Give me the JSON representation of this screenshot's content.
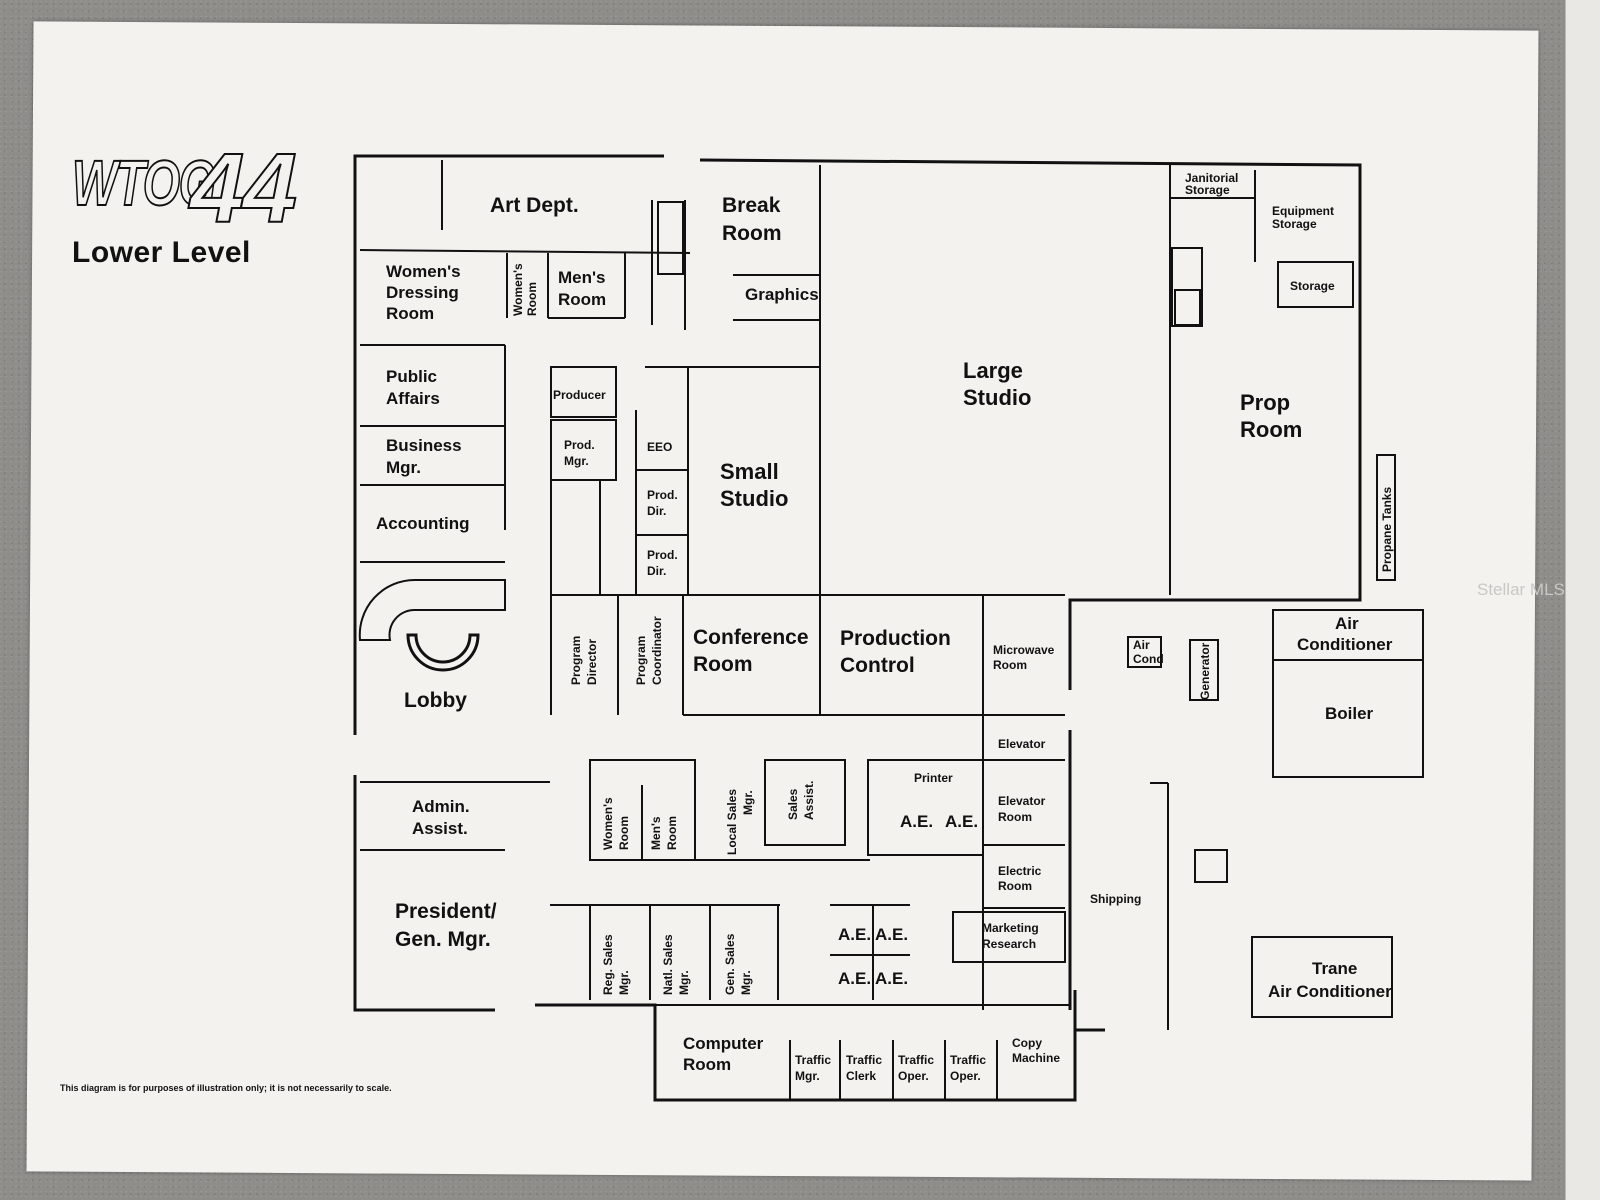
{
  "header": {
    "logo_letters": "WTOG",
    "logo_number": "44",
    "subtitle": "Lower Level"
  },
  "footnote": "This diagram is for purposes of illustration only; it is not necessarily to scale.",
  "watermark": "Stellar MLS",
  "rooms": {
    "art_dept": "Art Dept.",
    "break_room": [
      "Break",
      "Room"
    ],
    "janitorial_storage": [
      "Janitorial",
      "Storage"
    ],
    "equipment_storage": [
      "Equipment",
      "Storage"
    ],
    "storage": "Storage",
    "womens_dressing_room": [
      "Women's",
      "Dressing",
      "Room"
    ],
    "womens_room_small": [
      "Women's",
      "Room"
    ],
    "mens_room_top": [
      "Men's",
      "Room"
    ],
    "graphics": "Graphics",
    "large_studio": [
      "Large",
      "Studio"
    ],
    "prop_room": [
      "Prop",
      "Room"
    ],
    "propane_tanks": "Propane Tanks",
    "public_affairs": [
      "Public",
      "Affairs"
    ],
    "producer": "Producer",
    "prod_mgr": [
      "Prod.",
      "Mgr."
    ],
    "eeo": "EEO",
    "prod_dir_1": [
      "Prod.",
      "Dir."
    ],
    "prod_dir_2": [
      "Prod.",
      "Dir."
    ],
    "small_studio": [
      "Small",
      "Studio"
    ],
    "business_mgr": [
      "Business",
      "Mgr."
    ],
    "accounting": "Accounting",
    "lobby": "Lobby",
    "program_director": [
      "Program",
      "Director"
    ],
    "program_coordinator": [
      "Program",
      "Coordinator"
    ],
    "conference_room": [
      "Conference",
      "Room"
    ],
    "production_control": [
      "Production",
      "Control"
    ],
    "microwave_room": [
      "Microwave",
      "Room"
    ],
    "air_cond": [
      "Air",
      "Cond"
    ],
    "generator": "Generator",
    "air_conditioner": [
      "Air",
      "Conditioner"
    ],
    "boiler": "Boiler",
    "elevator": "Elevator",
    "elevator_room": [
      "Elevator",
      "Room"
    ],
    "printer": "Printer",
    "ae": "A.E.",
    "admin_assist": [
      "Admin.",
      "Assist."
    ],
    "womens_room": [
      "Women's",
      "Room"
    ],
    "mens_room": [
      "Men's",
      "Room"
    ],
    "local_sales_mgr": [
      "Local Sales",
      "Mgr."
    ],
    "sales_assist": [
      "Sales",
      "Assist."
    ],
    "electric_room": [
      "Electric",
      "Room"
    ],
    "shipping": "Shipping",
    "marketing_research": [
      "Marketing",
      "Research"
    ],
    "president": [
      "President/",
      "Gen. Mgr."
    ],
    "reg_sales_mgr": [
      "Reg. Sales",
      "Mgr."
    ],
    "natl_sales_mgr": [
      "Natl. Sales",
      "Mgr."
    ],
    "gen_sales_mgr": [
      "Gen. Sales",
      "Mgr."
    ],
    "trane": [
      "Trane",
      "Air Conditioner"
    ],
    "computer_room": [
      "Computer",
      "Room"
    ],
    "traffic_mgr": [
      "Traffic",
      "Mgr."
    ],
    "traffic_clerk": [
      "Traffic",
      "Clerk"
    ],
    "traffic_oper_1": [
      "Traffic",
      "Oper."
    ],
    "traffic_oper_2": [
      "Traffic",
      "Oper."
    ],
    "copy_machine": [
      "Copy",
      "Machine"
    ]
  }
}
